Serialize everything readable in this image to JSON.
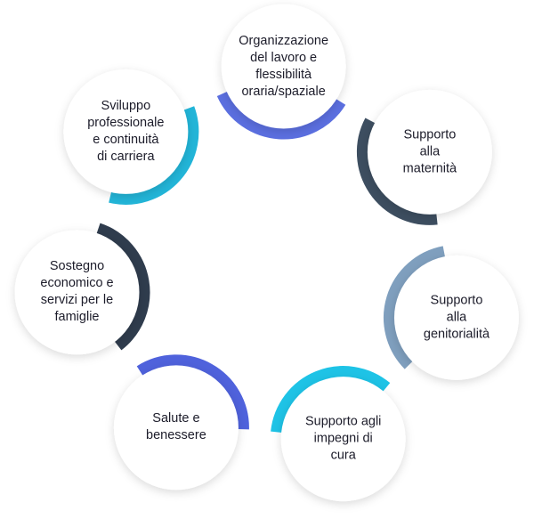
{
  "diagram": {
    "nodes": [
      {
        "id": "organizzazione",
        "label": "Organizzazione\ndel lavoro e\nflessibilità\noraria/spaziale",
        "color": "#5b6fe0"
      },
      {
        "id": "maternita",
        "label": "Supporto\nalla\nmaternità",
        "color": "#3d4e60"
      },
      {
        "id": "genitorialita",
        "label": "Supporto\nalla\ngenitorialità",
        "color": "#7f9fbe"
      },
      {
        "id": "impegni-cura",
        "label": "Supporto agli\nimpegni di\ncura",
        "color": "#1ec3e6"
      },
      {
        "id": "salute",
        "label": "Salute e\nbenessere",
        "color": "#4f62dc"
      },
      {
        "id": "sostegno",
        "label": "Sostegno\neconomico e\nservizi per le\nfamiglie",
        "color": "#2f3c4d"
      },
      {
        "id": "sviluppo",
        "label": "Sviluppo\nprofessionale\ne continuità\ndi carriera",
        "color": "#22b5d8"
      }
    ]
  }
}
